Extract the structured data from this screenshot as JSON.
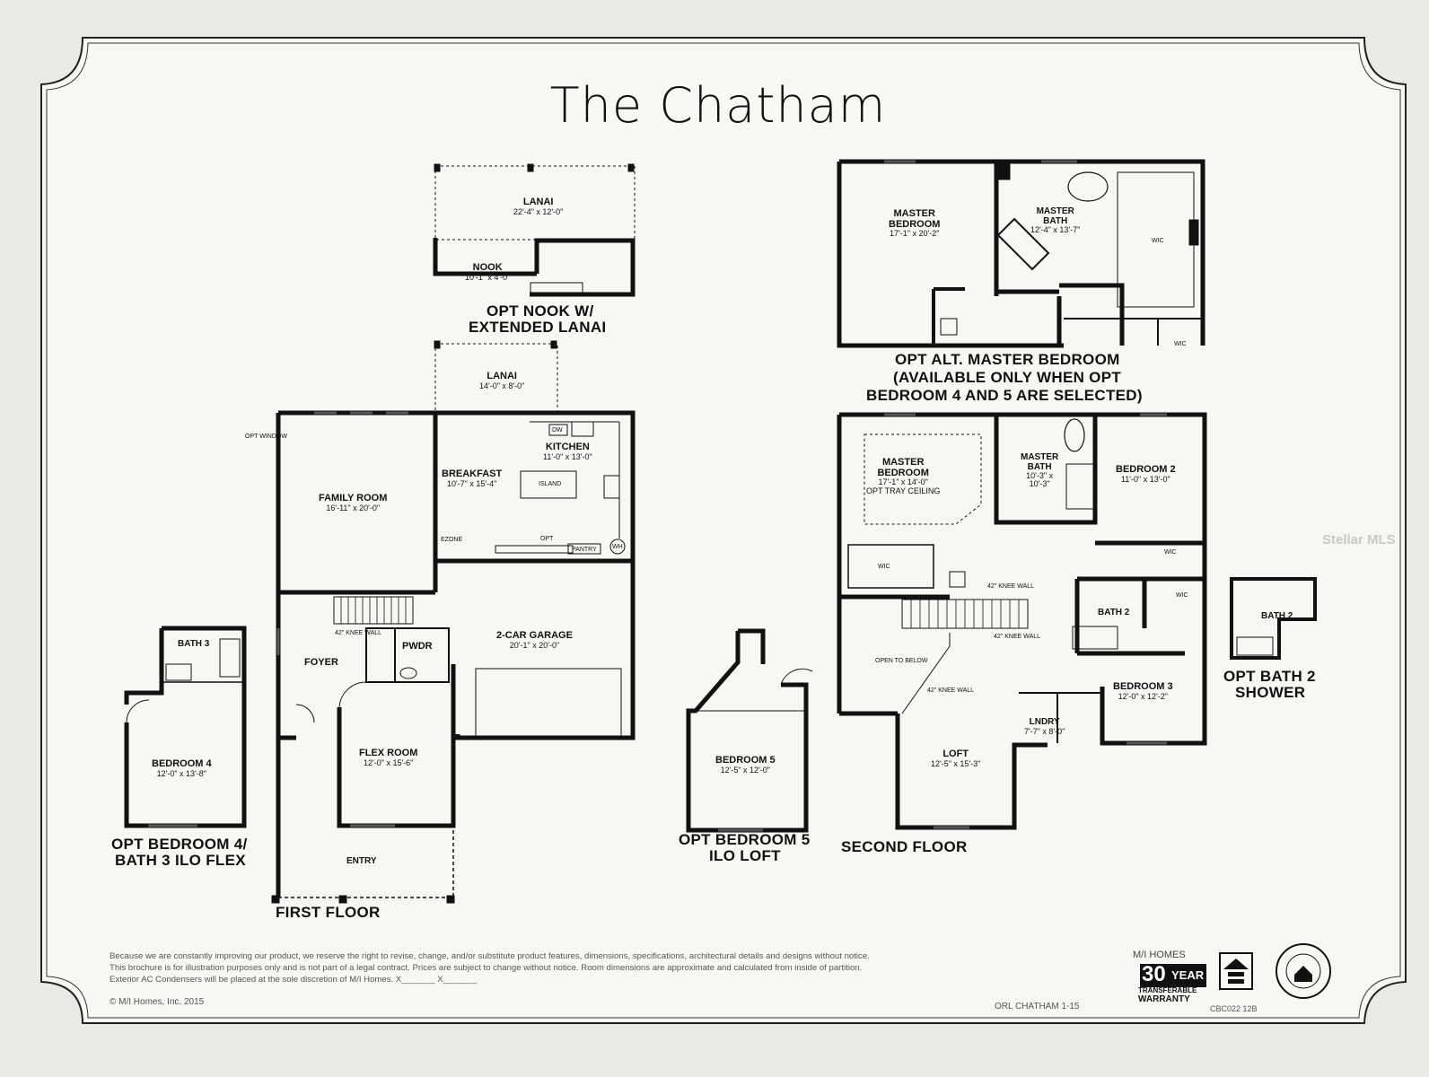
{
  "title": "The Chatham",
  "watermark": "Stellar MLS",
  "captions": {
    "opt_nook_line1": "OPT NOOK W/",
    "opt_nook_line2": "EXTENDED LANAI",
    "opt_alt_master_line1": "OPT ALT. MASTER BEDROOM",
    "opt_alt_master_line2": "(AVAILABLE ONLY WHEN OPT",
    "opt_alt_master_line3": "BEDROOM 4 AND 5 ARE SELECTED)",
    "opt_bed4_line1": "OPT BEDROOM 4/",
    "opt_bed4_line2": "BATH 3 ILO FLEX",
    "first_floor": "FIRST FLOOR",
    "opt_bed5_line1": "OPT BEDROOM 5",
    "opt_bed5_line2": "ILO LOFT",
    "second_floor": "SECOND FLOOR",
    "opt_bath2_line1": "OPT BATH 2",
    "opt_bath2_line2": "SHOWER"
  },
  "rooms": {
    "lanai_ext": {
      "name": "LANAI",
      "dim": "22'-4\" x 12'-0\""
    },
    "nook": {
      "name": "NOOK",
      "dim": "10'-1\" x 4'-0\""
    },
    "lanai": {
      "name": "LANAI",
      "dim": "14'-0\" x 8'-0\""
    },
    "kitchen": {
      "name": "KITCHEN",
      "dim": "11'-0\" x 13'-0\""
    },
    "breakfast": {
      "name": "BREAKFAST",
      "dim": "10'-7\" x 15'-4\""
    },
    "family_room": {
      "name": "FAMILY ROOM",
      "dim": "16'-11\" x 20'-0\""
    },
    "garage": {
      "name": "2-CAR GARAGE",
      "dim": "20'-1\" x 20'-0\""
    },
    "foyer": {
      "name": "FOYER"
    },
    "pwdr": {
      "name": "PWDR"
    },
    "flex_room": {
      "name": "FLEX ROOM",
      "dim": "12'-0\" x 15'-6\""
    },
    "entry": {
      "name": "ENTRY"
    },
    "bath3": {
      "name": "BATH 3"
    },
    "bedroom4": {
      "name": "BEDROOM 4",
      "dim": "12'-0\" x 13'-8\""
    },
    "bedroom5": {
      "name": "BEDROOM 5",
      "dim": "12'-5\" x 12'-0\""
    },
    "alt_master_bedroom": {
      "name1": "MASTER",
      "name2": "BEDROOM",
      "dim": "17'-1\" x 20'-2\""
    },
    "alt_master_bath": {
      "name1": "MASTER",
      "name2": "BATH",
      "dim": "12'-4\" x 13'-7\""
    },
    "master_bedroom": {
      "name1": "MASTER",
      "name2": "BEDROOM",
      "dim": "17'-1\" x 14'-0\"",
      "note": "OPT TRAY CEILING"
    },
    "master_bath": {
      "name1": "MASTER",
      "name2": "BATH",
      "dim1": "10'-3\" x",
      "dim2": "10'-3\""
    },
    "bedroom2": {
      "name": "BEDROOM 2",
      "dim": "11'-0\" x 13'-0\""
    },
    "bath2": {
      "name": "BATH 2"
    },
    "bedroom3": {
      "name": "BEDROOM 3",
      "dim": "12'-0\" x 12'-2\""
    },
    "lndry": {
      "name": "LNDRY",
      "dim": "7'-7\" x 8'-0\""
    },
    "loft": {
      "name": "LOFT",
      "dim": "12'-5\" x 15'-3\""
    },
    "opt_bath2": {
      "name": "BATH 2"
    }
  },
  "labels": {
    "island": "ISLAND",
    "dw": "DW",
    "pantry": "PANTRY",
    "wh": "WH",
    "ezone": "EZONE",
    "opt": "OPT",
    "opt_window": "OPT WINDOW",
    "knee_wall": "42\" KNEE WALL",
    "open_to_below": "OPEN TO BELOW",
    "wic": "WIC"
  },
  "disclaimer": {
    "line1": "Because we are constantly improving our product, we reserve the right to revise, change, and/or substitute product features, dimensions, specifications, architectural details and designs without notice.",
    "line2": "This brochure is for illustration purposes only and is not part of a legal contract. Prices are subject to change without notice. Room dimensions are approximate and calculated from inside of partition.",
    "line3": "Exterior AC Condensers will be placed at the sole discretion of M/I Homes. X_______ X_______"
  },
  "footer": {
    "copyright": "© M/I Homes, Inc. 2015",
    "plan_code": "ORL CHATHAM 1-15",
    "doc_code": "CBC022 12B",
    "brand": "M/I HOMES",
    "warranty_number": "30",
    "warranty_word": "YEAR",
    "warranty_line1": "TRANSFERABLE",
    "warranty_line2": "WARRANTY"
  }
}
